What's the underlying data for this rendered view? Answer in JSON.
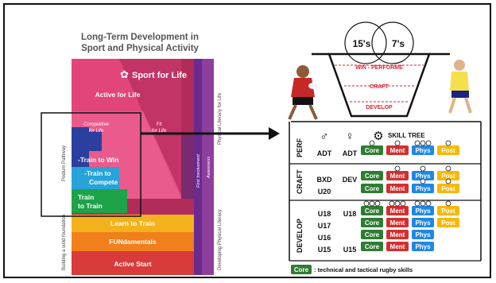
{
  "ltd": {
    "title_line1": "Long-Term Development in",
    "title_line2": "Sport and Physical Activity",
    "brand": "Sport for Life",
    "active_for_life": "Active for Life",
    "competitive_for_life_1": "Competitive",
    "competitive_for_life_2": "for Life",
    "fit_for_life_1": "Fit",
    "fit_for_life_2": "for Life",
    "train_to_win": "-Train to Win",
    "train_to_compete_1": "-Train to",
    "train_to_compete_2": "Compete",
    "train_to_train_1": "Train",
    "train_to_train_2": "to Train",
    "learn_to_train": "Learn to Train",
    "fundamentals": "FUNdamentals",
    "active_start": "Active Start",
    "podium_pathway": "Podium Pathway",
    "solid_foundation": "Building a solid foundation",
    "first_involvement": "First Involvement",
    "awareness": "Awareness",
    "physical_literacy_life": "Physical Literacy for Life",
    "developing_physical_literacy": "Developing Physical Literacy"
  },
  "venn": {
    "left": "15's",
    "right": "7's"
  },
  "funnel": {
    "win_perform": "WIN - PERFORME",
    "craft": "CRAFT",
    "develop": "DEVELOP"
  },
  "table": {
    "male_symbol": "♂",
    "female_symbol": "♀",
    "skill_tree": "SKILL TREE",
    "core": "Core",
    "ment": "Ment",
    "phys": "Phys",
    "post": "Post",
    "perf": "PERF",
    "craft": "CRAFT",
    "develop": "DEVELOP",
    "adt_m": "ADT",
    "adt_f": "ADT",
    "bxd": "BXD",
    "u20": "U20",
    "dev": "DEV",
    "u18_m": "U18",
    "u17": "U17",
    "u16": "U16",
    "u15_m": "U15",
    "u18_f": "U18",
    "u15_f": "U15"
  },
  "legend": {
    "badge": "Core",
    "text": ": technical and tactical rugby skills"
  },
  "colors": {
    "core": "#2e7d32",
    "ment": "#d32f2f",
    "phys": "#1e88e5",
    "post": "#f9b800"
  }
}
